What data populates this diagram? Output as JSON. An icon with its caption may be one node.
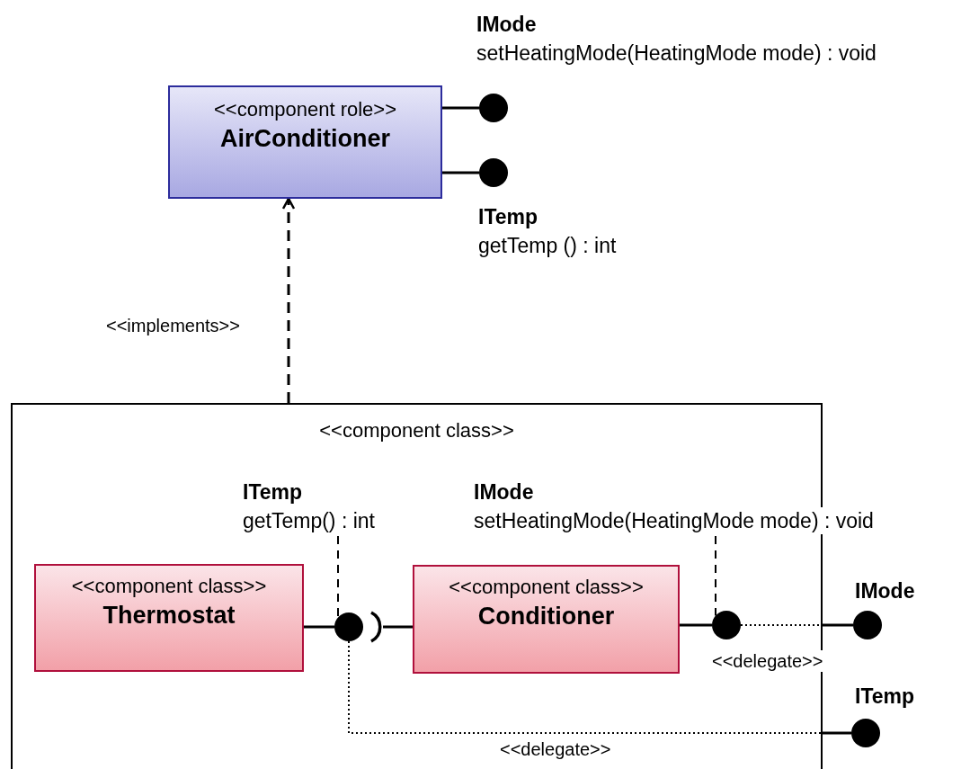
{
  "diagram": {
    "nodes": [
      {
        "text": [
          "<<component role>>",
          "AirConditioner"
        ]
      },
      {
        "text": [],
        "shape": "circle",
        "beside": [
          "IMode",
          "setHeatingMode(HeatingMode mode) : void"
        ]
      },
      {
        "text": [],
        "shape": "circle",
        "beside": [
          "ITemp",
          "getTemp () : int"
        ]
      },
      {
        "text": [
          "<<component class>>"
        ]
      },
      {
        "text": [
          "ITemp",
          "getTemp() : int"
        ],
        "in": 3
      },
      {
        "text": [
          "IMode",
          "setHeatingMode(HeatingMode mode) : void"
        ]
      },
      {
        "text": [
          "<<component class>>",
          "Thermostat"
        ],
        "in": 3
      },
      {
        "text": [],
        "shape": "circle",
        "in": 3
      },
      {
        "text": [],
        "shape": "arc",
        "in": 3
      },
      {
        "text": [
          "<<component class>>",
          "Conditioner"
        ],
        "in": 3
      },
      {
        "text": [],
        "shape": "circle",
        "in": 3
      },
      {
        "text": [],
        "shape": "circle",
        "beside": [
          "IMode"
        ]
      },
      {
        "text": [],
        "shape": "circle",
        "beside": [
          "ITemp"
        ]
      }
    ],
    "edges": [
      {
        "from": 0,
        "to": 1,
        "arrow": "none"
      },
      {
        "from": 0,
        "to": 2,
        "arrow": "none"
      },
      {
        "from": 3,
        "to": 0,
        "arrow": "to",
        "style": "dashed",
        "label": "<<implements>>"
      },
      {
        "from": 6,
        "to": 7,
        "arrow": "none"
      },
      {
        "from": 8,
        "to": 9,
        "arrow": "none"
      },
      {
        "from": 4,
        "to": 7,
        "arrow": "none",
        "style": "dashed"
      },
      {
        "from": 9,
        "to": 10,
        "arrow": "none"
      },
      {
        "from": 5,
        "to": 10,
        "arrow": "none",
        "style": "dashed"
      },
      {
        "from": 10,
        "to": 11,
        "arrow": "none",
        "style": "dashed",
        "label": "<<delegate>>"
      },
      {
        "from": 3,
        "to": 11,
        "arrow": "none"
      },
      {
        "from": 7,
        "to": 12,
        "arrow": "none",
        "style": "dashed",
        "label": "<<delegate>>"
      },
      {
        "from": 3,
        "to": 12,
        "arrow": "none"
      }
    ]
  }
}
